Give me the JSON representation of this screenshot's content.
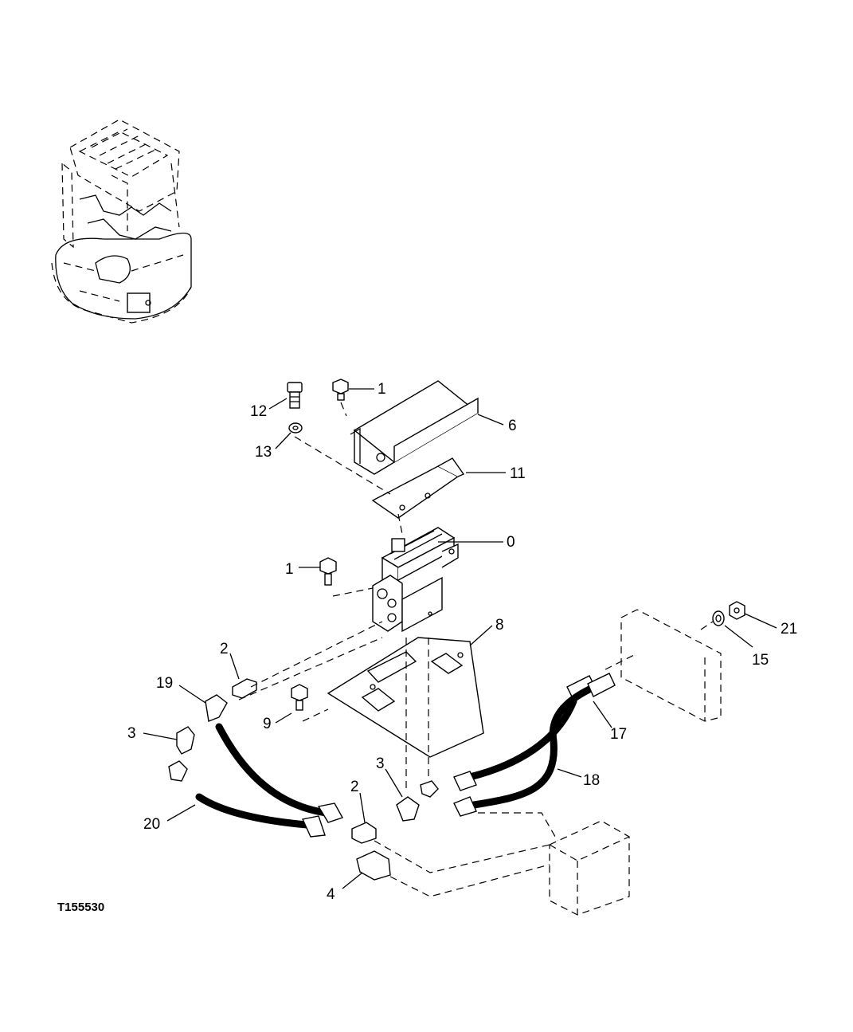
{
  "figure_id": "T155530",
  "callouts": {
    "c0": "0",
    "c1a": "1",
    "c1b": "1",
    "c2a": "2",
    "c2b": "2",
    "c3a": "3",
    "c3b": "3",
    "c4": "4",
    "c6": "6",
    "c8": "8",
    "c9": "9",
    "c11": "11",
    "c12": "12",
    "c13": "13",
    "c15": "15",
    "c17": "17",
    "c18": "18",
    "c19": "19",
    "c20": "20",
    "c21": "21"
  }
}
